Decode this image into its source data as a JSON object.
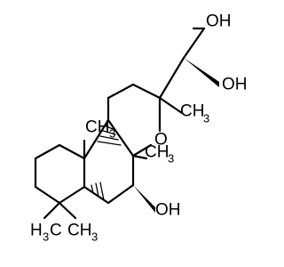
{
  "molecule": {
    "atom_labels": {
      "primary_oh": "OH",
      "secondary_oh": "OH",
      "ring_oxygen": "O",
      "ring_oh": "OH",
      "methyl_c3": "CH",
      "methyl_c3_sub": "3",
      "methyl_junction_upper": "CH",
      "methyl_junction_upper_sub": "3",
      "methyl_junction_lower": "CH",
      "methyl_junction_lower_sub": "3",
      "methyl_gem_a": "H",
      "methyl_gem_a_sub": "3",
      "methyl_gem_a_c": "C",
      "methyl_gem_b": "CH",
      "methyl_gem_b_sub": "3"
    }
  }
}
